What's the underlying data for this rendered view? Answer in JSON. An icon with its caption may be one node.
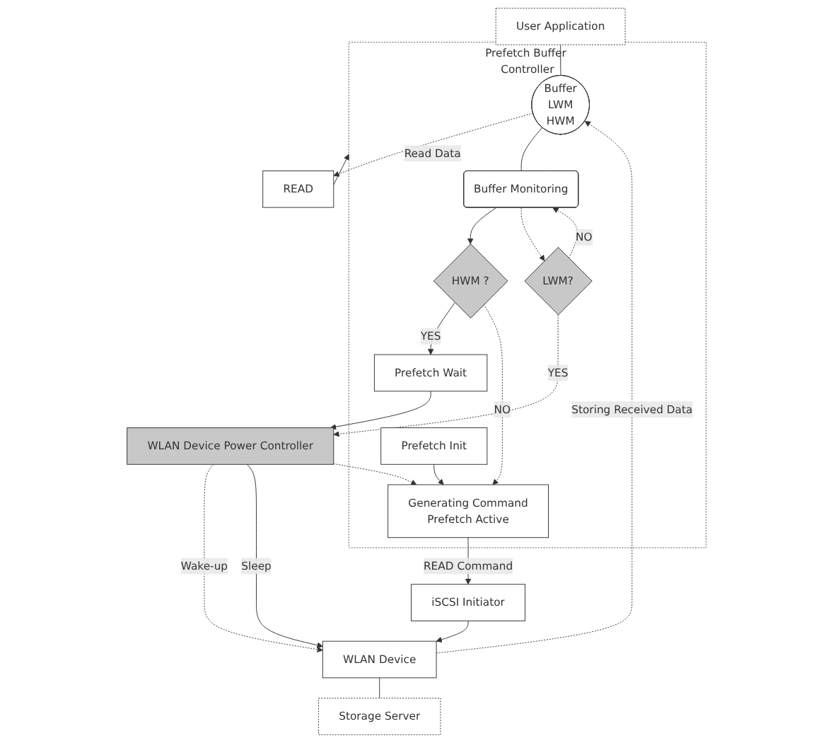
{
  "diagram": {
    "nodes": [
      {
        "text": [
          "User Application"
        ]
      },
      {
        "text": [
          "Prefetch Buffer Controller"
        ]
      },
      {
        "text": [
          "Buffer",
          "LWM",
          "HWM"
        ],
        "in": 1
      },
      {
        "text": [
          "READ"
        ]
      },
      {
        "text": [
          "Buffer Monitoring"
        ],
        "in": 1
      },
      {
        "text": [
          "HWM ?"
        ],
        "in": 1
      },
      {
        "text": [
          "LWM?"
        ],
        "in": 1
      },
      {
        "text": [
          "Prefetch Init"
        ],
        "in": 1
      },
      {
        "text": [
          "Generating Command",
          "Prefetch Active"
        ],
        "in": 1
      },
      {
        "text": [
          "Prefetch Wait"
        ],
        "in": 1
      },
      {
        "text": [
          "iSCSI Initiator"
        ]
      },
      {
        "text": [
          "WLAN Device"
        ]
      },
      {
        "text": [
          "WLAN Device Power Controller"
        ]
      },
      {
        "text": [
          "Storage Server"
        ]
      }
    ],
    "edges": [
      {
        "from": 11,
        "to": 2,
        "arrow": "to",
        "label": "Storing Received Data",
        "style": "dashed"
      },
      {
        "from": 0,
        "to": 2,
        "arrow": "none"
      },
      {
        "from": 2,
        "to": 3,
        "arrow": "to",
        "label": "Read Data",
        "style": "dashed"
      },
      {
        "from": 2,
        "to": 4,
        "arrow": "none"
      },
      {
        "from": 3,
        "to": 1,
        "arrow": "to"
      },
      {
        "from": 4,
        "to": 5,
        "arrow": "to"
      },
      {
        "from": 4,
        "to": 6,
        "arrow": "to",
        "style": "dashed"
      },
      {
        "from": 5,
        "to": 9,
        "arrow": "to",
        "label": "YES"
      },
      {
        "from": 5,
        "to": 8,
        "arrow": "to",
        "label": "NO",
        "style": "dashed"
      },
      {
        "from": 6,
        "to": 4,
        "arrow": "to",
        "label": "NO",
        "style": "dashed"
      },
      {
        "from": 6,
        "to": 12,
        "arrow": "to",
        "label": "YES",
        "style": "dashed"
      },
      {
        "from": 7,
        "to": 8,
        "arrow": "to"
      },
      {
        "from": 8,
        "to": 10,
        "arrow": "to",
        "label": "READ Command"
      },
      {
        "from": 12,
        "to": 8,
        "arrow": "to",
        "style": "dashed"
      },
      {
        "from": 9,
        "to": 12,
        "arrow": "to"
      },
      {
        "from": 10,
        "to": 11,
        "arrow": "to"
      },
      {
        "from": 12,
        "to": 11,
        "arrow": "to",
        "label": "Wake-up",
        "style": "dashed"
      },
      {
        "from": 12,
        "to": 11,
        "arrow": "to",
        "label": "Sleep"
      },
      {
        "from": 11,
        "to": 13,
        "arrow": "none"
      }
    ]
  }
}
